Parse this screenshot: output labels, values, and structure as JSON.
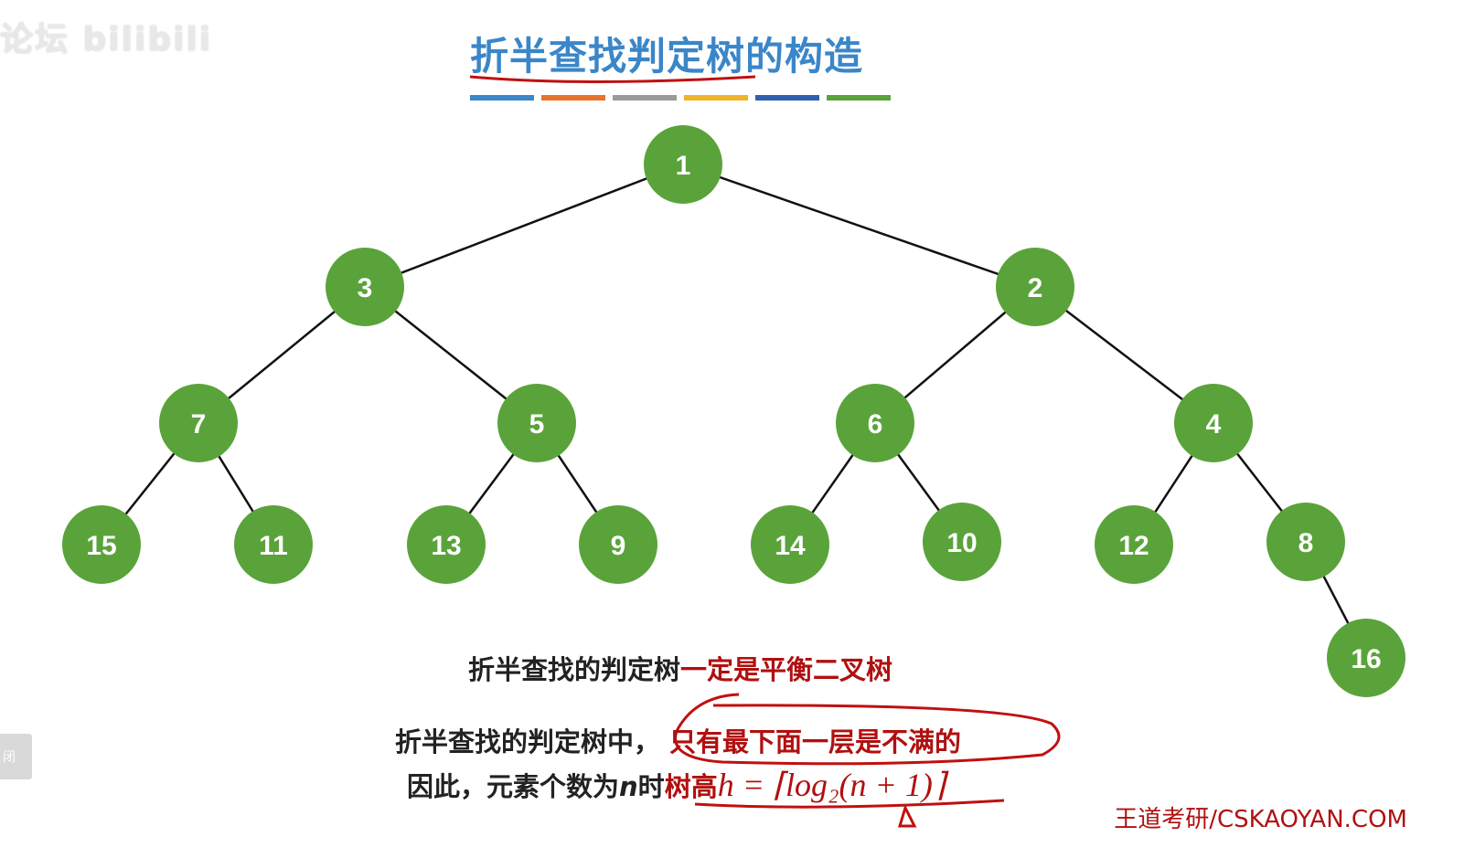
{
  "watermark": "论坛 bilibili",
  "title": "折半查找判定树的构造",
  "color_bars": [
    "#3a86c8",
    "#e8732a",
    "#9a9a9a",
    "#f0b429",
    "#2f5fb0",
    "#5aa33a"
  ],
  "node_color": "#5aa33a",
  "tree": {
    "nodes": [
      {
        "id": "n1",
        "label": "1"
      },
      {
        "id": "n3",
        "label": "3"
      },
      {
        "id": "n2",
        "label": "2"
      },
      {
        "id": "n7",
        "label": "7"
      },
      {
        "id": "n5",
        "label": "5"
      },
      {
        "id": "n6",
        "label": "6"
      },
      {
        "id": "n4",
        "label": "4"
      },
      {
        "id": "n15",
        "label": "15"
      },
      {
        "id": "n11",
        "label": "11"
      },
      {
        "id": "n13",
        "label": "13"
      },
      {
        "id": "n9",
        "label": "9"
      },
      {
        "id": "n14",
        "label": "14"
      },
      {
        "id": "n10",
        "label": "10"
      },
      {
        "id": "n12",
        "label": "12"
      },
      {
        "id": "n8",
        "label": "8"
      },
      {
        "id": "n16",
        "label": "16"
      }
    ],
    "edges": [
      [
        "n1",
        "n3"
      ],
      [
        "n1",
        "n2"
      ],
      [
        "n3",
        "n7"
      ],
      [
        "n3",
        "n5"
      ],
      [
        "n2",
        "n6"
      ],
      [
        "n2",
        "n4"
      ],
      [
        "n7",
        "n15"
      ],
      [
        "n7",
        "n11"
      ],
      [
        "n5",
        "n13"
      ],
      [
        "n5",
        "n9"
      ],
      [
        "n6",
        "n14"
      ],
      [
        "n6",
        "n10"
      ],
      [
        "n4",
        "n12"
      ],
      [
        "n4",
        "n8"
      ],
      [
        "n8",
        "n16"
      ]
    ]
  },
  "statement1": {
    "black": "折半查找的判定树",
    "red": "一定是平衡二叉树"
  },
  "statement2": {
    "black": "折半查找的判定树中，",
    "red": "只有最下面一层是不满的"
  },
  "statement3": {
    "black": "因此，元素个数为",
    "var": "n",
    "black2": "时",
    "red": "树高",
    "formula": "h = ⌈log₂(n + 1)⌉"
  },
  "footer": "王道考研/CSKAOYAN.COM",
  "close_button": "闭"
}
